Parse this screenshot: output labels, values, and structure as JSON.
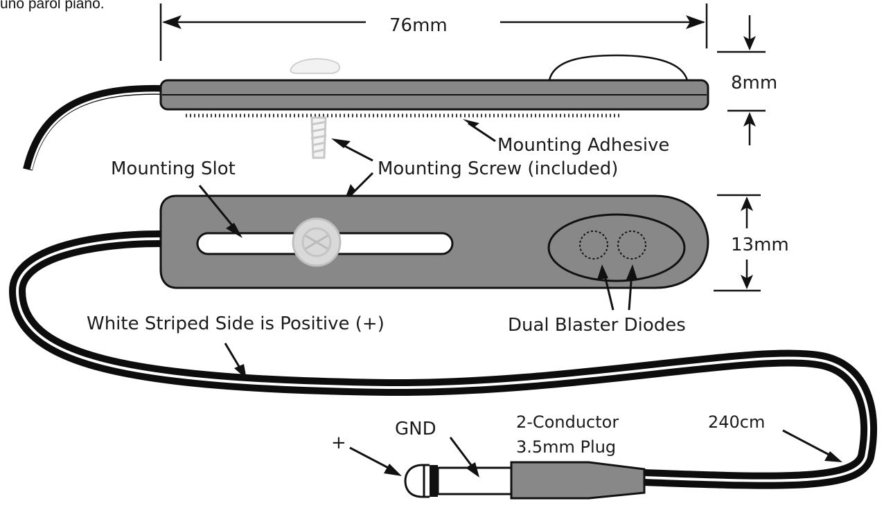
{
  "header_fragment": "uno parol piano.",
  "labels": {
    "length": "76mm",
    "thickness": "8mm",
    "width": "13mm",
    "adhesive": "Mounting Adhesive",
    "screw": "Mounting Screw (included)",
    "slot": "Mounting Slot",
    "positive_side": "White Striped Side is Positive (+)",
    "diodes": "Dual Blaster Diodes",
    "plug_line1": "2-Conductor",
    "plug_line2": "3.5mm Plug",
    "gnd": "GND",
    "plus": "+",
    "cable_length": "240cm"
  },
  "colors": {
    "body": "#888888",
    "outline": "#111111",
    "cable": "#0d0d0d",
    "stripe": "#ffffff"
  }
}
